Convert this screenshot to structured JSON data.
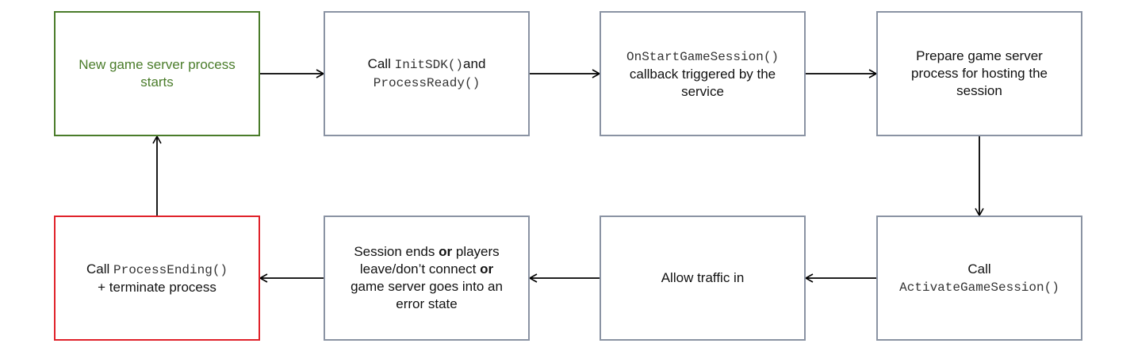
{
  "nodes": {
    "n1": {
      "text": "New game server process starts"
    },
    "n2": {
      "call": "Call",
      "fn1": "InitSDK()",
      "and": "and",
      "fn2": "ProcessReady()"
    },
    "n3": {
      "fn": "OnStartGameSession()",
      "text": "callback triggered by the service"
    },
    "n4": {
      "text": "Prepare game server process for hosting the session"
    },
    "n5": {
      "call": "Call",
      "fn": "ActivateGameSession()"
    },
    "n6": {
      "text": "Allow traffic in"
    },
    "n7": {
      "t1": "Session ends",
      "or1": "or",
      "t2": "players leave/don’t connect",
      "or2": "or",
      "t3": "game server goes into an error state"
    },
    "n8": {
      "call": "Call",
      "fn": "ProcessEnding()",
      "text": "+ terminate process"
    }
  },
  "colors": {
    "border": "#8a93a3",
    "start": "#4a7c2a",
    "end": "#e0222a",
    "arrow": "#000000"
  }
}
